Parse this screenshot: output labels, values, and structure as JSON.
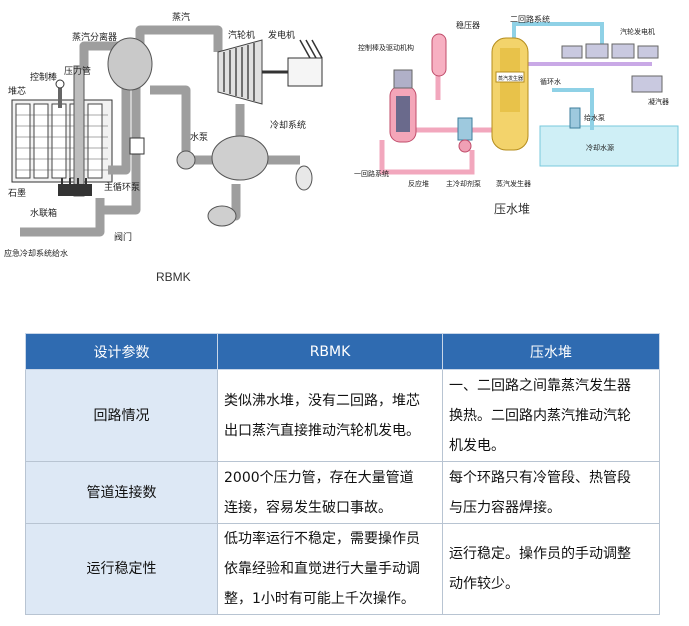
{
  "rbmk_diagram": {
    "caption": "RBMK",
    "labels": {
      "steam": "蒸汽",
      "separator": "蒸汽分离器",
      "pressure_tube": "压力管",
      "control_rod": "控制棒",
      "core": "堆芯",
      "graphite": "石墨",
      "water_header": "水联箱",
      "emergency": "应急冷却系统给水",
      "valve": "阀门",
      "main_pump": "主循环泵",
      "turbine": "汽轮机",
      "generator": "发电机",
      "water_pump": "水泵",
      "cooling": "冷却系统"
    }
  },
  "pwr_diagram": {
    "caption": "压水堆",
    "labels": {
      "pressurizer": "稳压器",
      "secondary_loop": "二回路系统",
      "control_rod_drive": "控制棒及驱动机构",
      "primary_loop": "一回路系统",
      "reactor": "反应堆",
      "main_pump": "主冷却剂泵",
      "steam_generator": "蒸汽发生器",
      "circulating_water": "循环水",
      "feed_pump": "给水泵",
      "cooling_pool": "冷却水源",
      "turbine_generator": "汽轮发电机",
      "condenser": "凝汽器",
      "sg_tag": "蒸汽发生器"
    }
  },
  "table": {
    "headers": [
      "设计参数",
      "RBMK",
      "压水堆"
    ],
    "rows": [
      {
        "param": "回路情况",
        "rbmk": [
          "类似沸水堆，没有二回路，堆芯",
          "出口蒸汽直接推动汽轮机发电。"
        ],
        "pwr": [
          "一、二回路之间靠蒸汽发生器",
          "换热。二回路内蒸汽推动汽轮",
          "机发电。"
        ]
      },
      {
        "param": "管道连接数",
        "rbmk": [
          "2000个压力管，存在大量管道",
          "连接，容易发生破口事故。"
        ],
        "pwr": [
          "每个环路只有冷管段、热管段",
          "与压力容器焊接。"
        ]
      },
      {
        "param": "运行稳定性",
        "rbmk": [
          "低功率运行不稳定，需要操作员",
          "依靠经验和直觉进行大量手动调",
          "整，1小时有可能上千次操作。"
        ],
        "pwr": [
          "运行稳定。操作员的手动调整",
          "动作较少。"
        ]
      }
    ]
  }
}
